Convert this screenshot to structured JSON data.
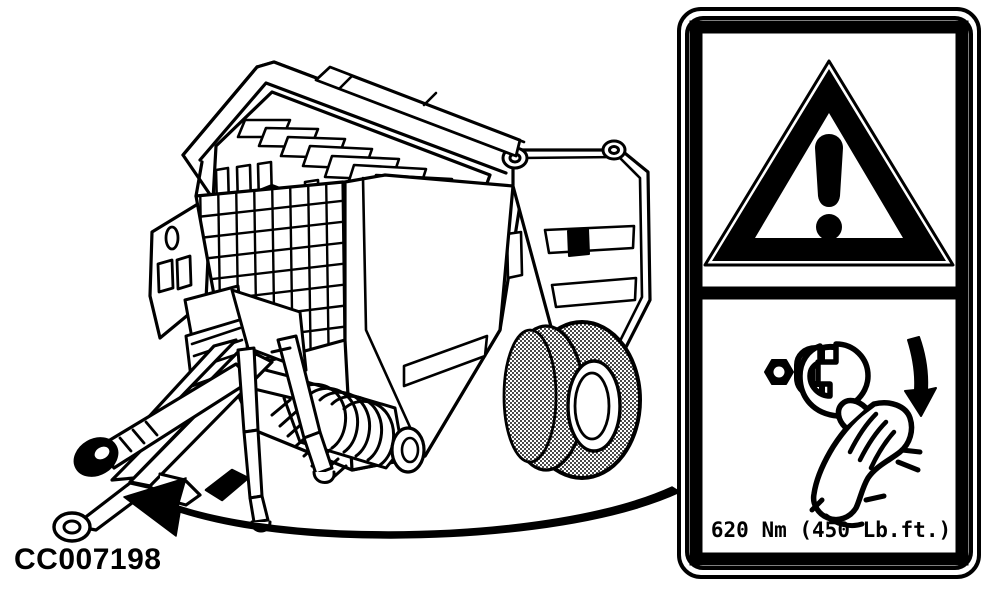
{
  "figure": {
    "id_label": "CC007198",
    "title": "Round baler with drawbar hitch and safety decal",
    "style": "line-art technical illustration, black on white"
  },
  "colors": {
    "ink": "#000000",
    "paper": "#ffffff",
    "tire_fill": "#b4b4b4"
  },
  "machine": {
    "name": "round-baler",
    "parts": [
      "upper-body-cover",
      "louvered-vent-panel",
      "mesh-grille-panel",
      "side-body-panel",
      "tailgate-panel",
      "pickup-reel-tines",
      "tire-wheel",
      "drawbar-hitch",
      "hitch-eye",
      "pto-driveshaft",
      "parking-jack-stand"
    ]
  },
  "callout_arrow": {
    "name": "decal-location-arrow",
    "description": "thick curved arrow sweeping from the decal to the drawbar hitch",
    "points_to": "drawbar-hitch",
    "direction": "leftward"
  },
  "decal": {
    "name": "safety-torque-decal",
    "panels": [
      {
        "name": "warning-panel",
        "icon": "warning-triangle-exclamation-icon",
        "description": "black warning triangle containing an exclamation mark"
      },
      {
        "name": "instruction-panel",
        "icons": [
          "hex-nut-icon",
          "wrench-icon",
          "hand-icon",
          "down-arrow-icon"
        ],
        "description": "hand gripping a wrench on a hex nut, with a downward arrow indicating tightening direction"
      }
    ],
    "torque_text": "620 Nm (450 Lb.ft.)",
    "torque_value_metric": "620 Nm",
    "torque_value_imperial": "450 Lb.ft."
  }
}
